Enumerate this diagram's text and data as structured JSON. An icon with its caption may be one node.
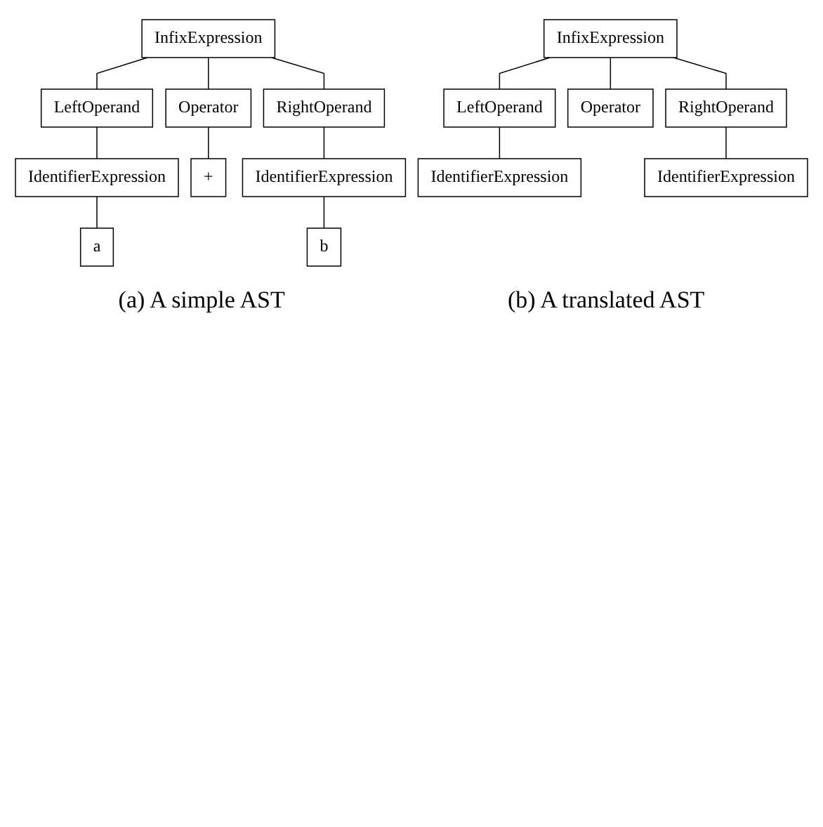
{
  "diagram": {
    "nodes": [
      {
        "text": [
          "InfixExpression"
        ]
      },
      {
        "text": [
          "LeftOperand"
        ]
      },
      {
        "text": [
          "Operator"
        ]
      },
      {
        "text": [
          "RightOperand"
        ]
      },
      {
        "text": [
          "IdentifierExpression"
        ]
      },
      {
        "text": [
          "+"
        ]
      },
      {
        "text": [
          "IdentifierExpression"
        ]
      },
      {
        "text": [
          "a"
        ]
      },
      {
        "text": [
          "b"
        ]
      },
      {
        "text": [
          "InfixExpression"
        ]
      },
      {
        "text": [
          "LeftOperand"
        ]
      },
      {
        "text": [
          "Operator"
        ]
      },
      {
        "text": [
          "RightOperand"
        ]
      },
      {
        "text": [
          "IdentifierExpression"
        ]
      },
      {
        "text": [
          "IdentifierExpression"
        ]
      }
    ],
    "edges": [
      {
        "from": 0,
        "to": 1,
        "arrow": "none"
      },
      {
        "from": 0,
        "to": 2,
        "arrow": "none"
      },
      {
        "from": 0,
        "to": 3,
        "arrow": "none"
      },
      {
        "from": 1,
        "to": 4,
        "arrow": "none"
      },
      {
        "from": 2,
        "to": 5,
        "arrow": "none"
      },
      {
        "from": 3,
        "to": 6,
        "arrow": "none"
      },
      {
        "from": 4,
        "to": 7,
        "arrow": "none"
      },
      {
        "from": 6,
        "to": 8,
        "arrow": "none"
      },
      {
        "from": 9,
        "to": 10,
        "arrow": "none"
      },
      {
        "from": 9,
        "to": 11,
        "arrow": "none"
      },
      {
        "from": 9,
        "to": 12,
        "arrow": "none"
      },
      {
        "from": 10,
        "to": 13,
        "arrow": "none"
      },
      {
        "from": 12,
        "to": 14,
        "arrow": "none"
      }
    ],
    "labels": [
      "(a) A simple AST",
      "(b) A translated AST"
    ]
  }
}
